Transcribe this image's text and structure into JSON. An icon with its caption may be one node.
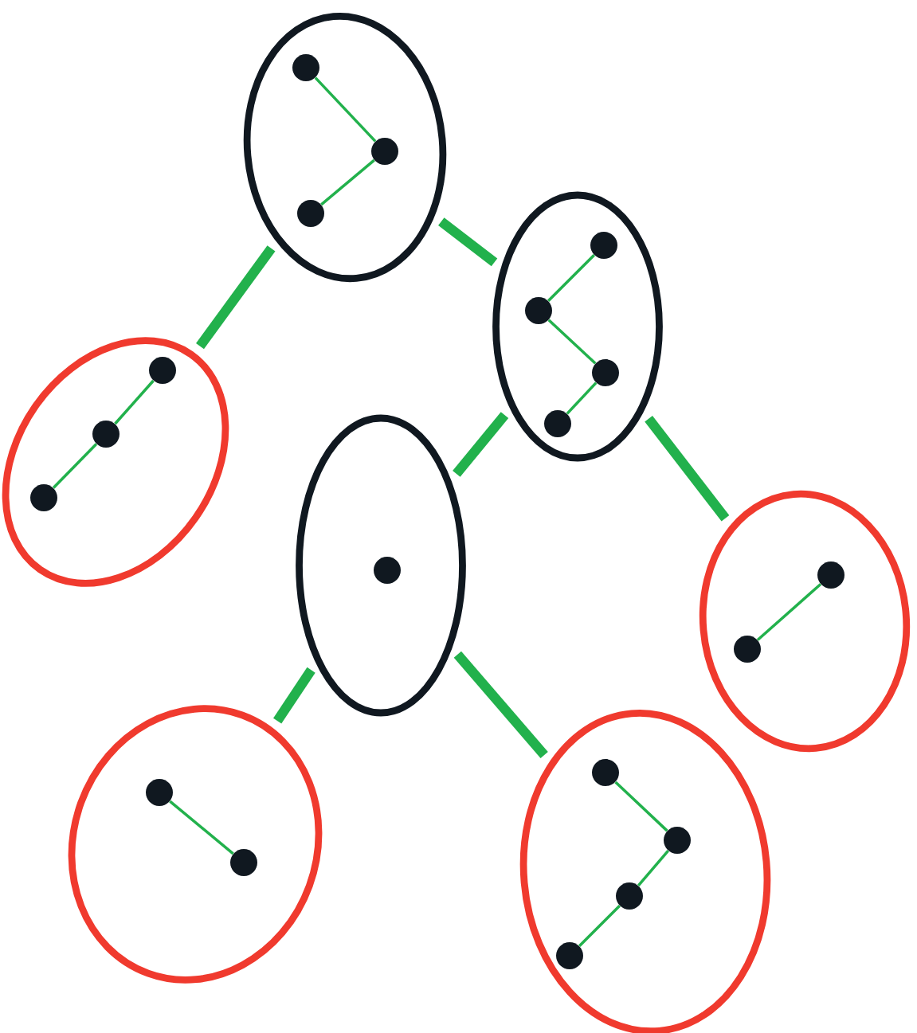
{
  "diagram": {
    "nodes": [
      {
        "text": [],
        "shape": "ellipse"
      },
      {
        "text": [],
        "shape": "circle",
        "in": 0
      },
      {
        "text": [],
        "shape": "circle",
        "in": 0
      },
      {
        "text": [],
        "shape": "circle",
        "in": 0
      },
      {
        "text": [],
        "shape": "ellipse"
      },
      {
        "text": [],
        "shape": "circle",
        "in": 4
      },
      {
        "text": [],
        "shape": "circle",
        "in": 4
      },
      {
        "text": [],
        "shape": "circle",
        "in": 4
      },
      {
        "text": [],
        "shape": "circle",
        "in": 4
      },
      {
        "text": [],
        "shape": "ellipse"
      },
      {
        "text": [],
        "shape": "circle",
        "in": 9
      },
      {
        "text": [],
        "shape": "circle",
        "in": 9
      },
      {
        "text": [],
        "shape": "circle",
        "in": 9
      },
      {
        "text": [],
        "shape": "ellipse"
      },
      {
        "text": [],
        "shape": "circle",
        "in": 13
      },
      {
        "text": [],
        "shape": "ellipse"
      },
      {
        "text": [],
        "shape": "circle",
        "in": 15
      },
      {
        "text": [],
        "shape": "circle",
        "in": 15
      },
      {
        "text": [],
        "shape": "ellipse"
      },
      {
        "text": [],
        "shape": "circle",
        "in": 18
      },
      {
        "text": [],
        "shape": "circle",
        "in": 18
      },
      {
        "text": [],
        "shape": "ellipse"
      },
      {
        "text": [],
        "shape": "circle",
        "in": 21
      },
      {
        "text": [],
        "shape": "circle",
        "in": 21
      },
      {
        "text": [],
        "shape": "circle",
        "in": 21
      },
      {
        "text": [],
        "shape": "circle",
        "in": 21
      }
    ],
    "edges": [
      {
        "from": 0,
        "to": 9,
        "arrow": "none",
        "style": "thick"
      },
      {
        "from": 0,
        "to": 4,
        "arrow": "none",
        "style": "thick"
      },
      {
        "from": 4,
        "to": 13,
        "arrow": "none",
        "style": "thick"
      },
      {
        "from": 4,
        "to": 15,
        "arrow": "none",
        "style": "thick"
      },
      {
        "from": 13,
        "to": 18,
        "arrow": "none",
        "style": "thick"
      },
      {
        "from": 13,
        "to": 21,
        "arrow": "none",
        "style": "thick"
      },
      {
        "from": 1,
        "to": 2,
        "arrow": "none"
      },
      {
        "from": 2,
        "to": 3,
        "arrow": "none"
      },
      {
        "from": 5,
        "to": 6,
        "arrow": "none"
      },
      {
        "from": 6,
        "to": 7,
        "arrow": "none"
      },
      {
        "from": 7,
        "to": 8,
        "arrow": "none"
      },
      {
        "from": 10,
        "to": 11,
        "arrow": "none"
      },
      {
        "from": 11,
        "to": 12,
        "arrow": "none"
      },
      {
        "from": 16,
        "to": 17,
        "arrow": "none"
      },
      {
        "from": 19,
        "to": 20,
        "arrow": "none"
      },
      {
        "from": 22,
        "to": 23,
        "arrow": "none"
      },
      {
        "from": 23,
        "to": 24,
        "arrow": "none"
      },
      {
        "from": 24,
        "to": 25,
        "arrow": "none"
      }
    ]
  }
}
